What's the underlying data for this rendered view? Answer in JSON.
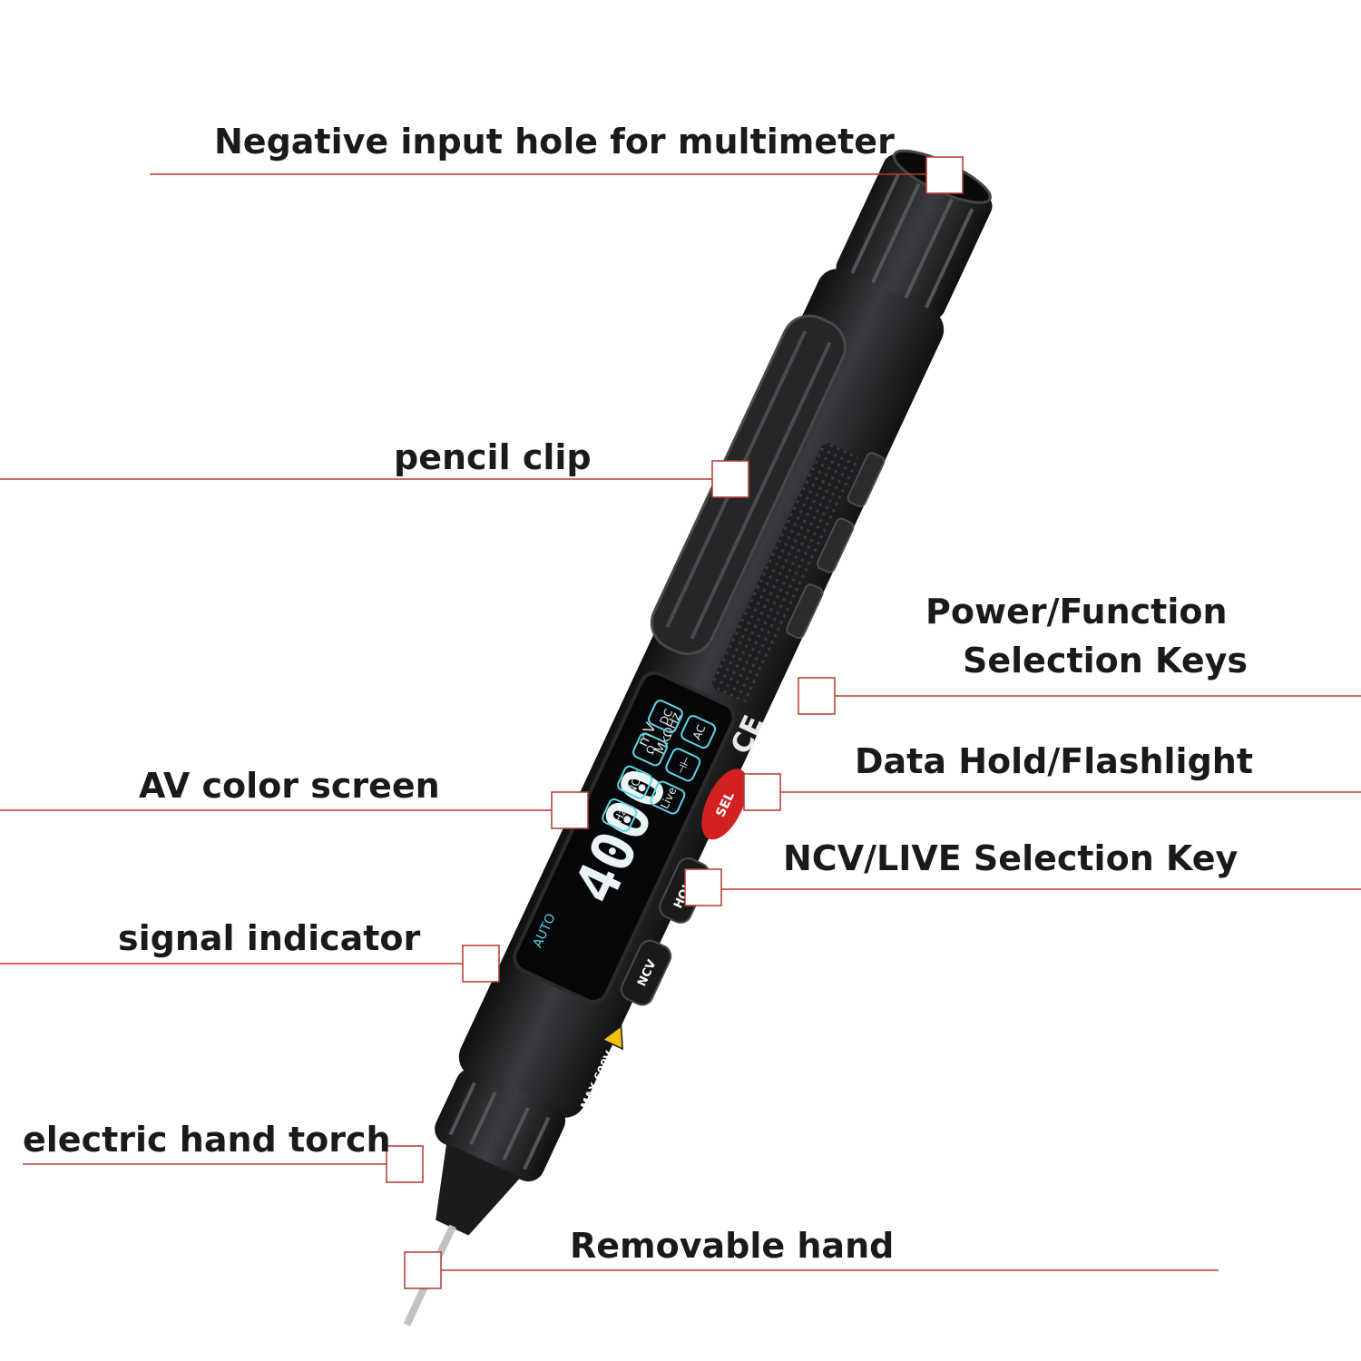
{
  "colors": {
    "background": "#ffffff",
    "leader_line": "#c0392b",
    "marker_border": "#b03a30",
    "body_dark": "#1c1c1e",
    "body_mid": "#2e2e31",
    "button_red": "#d32020",
    "screen_cyan": "#5fd3e8"
  },
  "callouts": {
    "negative_input": "Negative input hole for multimeter",
    "pencil_clip": "pencil clip",
    "power_function_line1": "Power/Function",
    "power_function_line2": "Selection Keys",
    "data_hold": "Data Hold/Flashlight",
    "av_screen": "AV color screen",
    "ncv_live": "NCV/LIVE Selection Key",
    "signal_indicator": "signal indicator",
    "hand_torch": "electric hand torch",
    "removable_hand": "Removable hand"
  },
  "device": {
    "screen_reading": "4000",
    "screen_auto": "AUTO",
    "screen_modes": [
      "DC",
      "AC",
      "Ω",
      "⊣⊢",
      "NCV",
      "Live",
      "Hz"
    ],
    "screen_units": "mV",
    "screen_units2": "MkΩHz",
    "ce_mark": "CE",
    "sel_button": "SEL",
    "hold_button": "HOLD",
    "ncv_button": "NCV",
    "warning": "MAX 600V"
  }
}
